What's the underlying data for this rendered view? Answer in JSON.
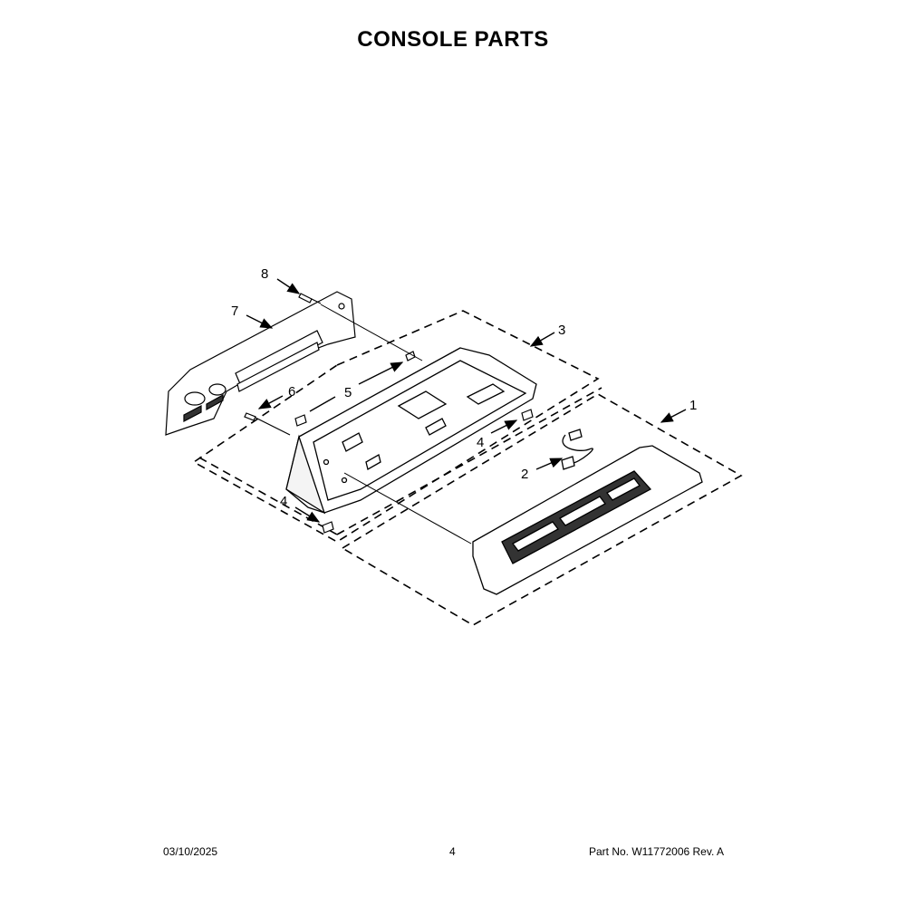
{
  "title": "CONSOLE PARTS",
  "callouts": [
    "8",
    "7",
    "3",
    "6",
    "5",
    "1",
    "4",
    "2",
    "4"
  ],
  "footer": {
    "date": "03/10/2025",
    "page": "4",
    "part": "Part No.  W11772006  Rev.  A"
  }
}
